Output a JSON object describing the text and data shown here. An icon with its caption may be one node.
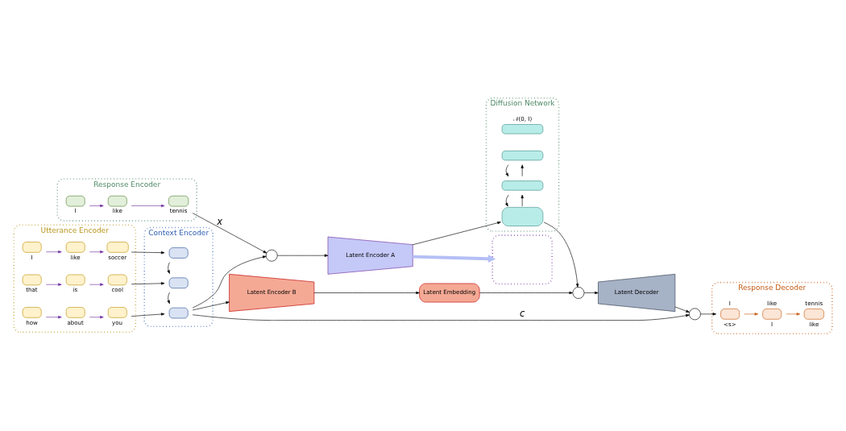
{
  "diagram": {
    "nodes": [
      {
        "text": [
          "Response Encoder"
        ]
      },
      {
        "text": [],
        "shape": "box",
        "in": 0,
        "beside": [
          "I"
        ]
      },
      {
        "text": [],
        "shape": "box",
        "in": 0,
        "beside": [
          "like"
        ]
      },
      {
        "text": [],
        "shape": "box",
        "in": 0,
        "beside": [
          "tennis"
        ]
      },
      {
        "text": [
          "Utterance Encoder"
        ]
      },
      {
        "text": [],
        "shape": "box",
        "in": 4,
        "beside": [
          "I"
        ]
      },
      {
        "text": [],
        "shape": "box",
        "in": 4,
        "beside": [
          "like"
        ]
      },
      {
        "text": [],
        "shape": "box",
        "in": 4,
        "beside": [
          "soccer"
        ]
      },
      {
        "text": [],
        "shape": "box",
        "in": 4,
        "beside": [
          "that"
        ]
      },
      {
        "text": [],
        "shape": "box",
        "in": 4,
        "beside": [
          "is"
        ]
      },
      {
        "text": [],
        "shape": "box",
        "in": 4,
        "beside": [
          "cool"
        ]
      },
      {
        "text": [],
        "shape": "box",
        "in": 4,
        "beside": [
          "how"
        ]
      },
      {
        "text": [],
        "shape": "box",
        "in": 4,
        "beside": [
          "about"
        ]
      },
      {
        "text": [],
        "shape": "box",
        "in": 4,
        "beside": [
          "you"
        ]
      },
      {
        "text": [
          "Context Encoder"
        ]
      },
      {
        "text": [],
        "shape": "box",
        "in": 14
      },
      {
        "text": [],
        "shape": "box",
        "in": 14
      },
      {
        "text": [],
        "shape": "box",
        "in": 14
      },
      {
        "text": [],
        "shape": "circle"
      },
      {
        "text": [
          "Latent Encoder A"
        ]
      },
      {
        "text": [],
        "shape": "box"
      },
      {
        "text": [
          "Diffusion Network"
        ]
      },
      {
        "text": [],
        "shape": "box",
        "in": 21,
        "beside": [
          "𝒩(0, I)"
        ]
      },
      {
        "text": [],
        "shape": "box",
        "in": 21
      },
      {
        "text": [],
        "shape": "box",
        "in": 21
      },
      {
        "text": [],
        "shape": "box",
        "in": 21
      },
      {
        "text": [],
        "shape": "circle"
      },
      {
        "text": [
          "Latent Decoder"
        ]
      },
      {
        "text": [],
        "shape": "circle"
      },
      {
        "text": [
          "Response Decoder"
        ]
      },
      {
        "text": [],
        "shape": "box",
        "in": 29,
        "beside": [
          "I",
          "<s>"
        ]
      },
      {
        "text": [],
        "shape": "box",
        "in": 29,
        "beside": [
          "like",
          "I"
        ]
      },
      {
        "text": [],
        "shape": "box",
        "in": 29,
        "beside": [
          "tennis",
          "like"
        ]
      },
      {
        "text": [
          "Latent Encoder B"
        ]
      },
      {
        "text": [
          "Latent Embedding"
        ]
      }
    ],
    "edges": [
      {
        "from": 1,
        "to": 2,
        "arrow": "to",
        "color": "#7030a0"
      },
      {
        "from": 2,
        "to": 3,
        "arrow": "to",
        "color": "#7030a0"
      },
      {
        "from": 5,
        "to": 6,
        "arrow": "to",
        "color": "#7030a0"
      },
      {
        "from": 6,
        "to": 7,
        "arrow": "to",
        "color": "#7030a0"
      },
      {
        "from": 8,
        "to": 9,
        "arrow": "to",
        "color": "#7030a0"
      },
      {
        "from": 9,
        "to": 10,
        "arrow": "to",
        "color": "#7030a0"
      },
      {
        "from": 11,
        "to": 12,
        "arrow": "to",
        "color": "#7030a0"
      },
      {
        "from": 12,
        "to": 13,
        "arrow": "to",
        "color": "#7030a0"
      },
      {
        "from": 7,
        "to": 15,
        "arrow": "to"
      },
      {
        "from": 10,
        "to": 16,
        "arrow": "to"
      },
      {
        "from": 13,
        "to": 17,
        "arrow": "to"
      },
      {
        "from": 15,
        "to": 16,
        "arrow": "to"
      },
      {
        "from": 16,
        "to": 17,
        "arrow": "to"
      },
      {
        "from": 3,
        "to": 18,
        "arrow": "to",
        "label": "x"
      },
      {
        "from": 17,
        "to": 18,
        "arrow": "to"
      },
      {
        "from": 17,
        "to": 33,
        "arrow": "to"
      },
      {
        "from": 17,
        "to": 28,
        "arrow": "to",
        "label": "c"
      },
      {
        "from": 18,
        "to": 19,
        "arrow": "to"
      },
      {
        "from": 19,
        "to": 20,
        "arrow": "to",
        "style": "thick",
        "color": "#b4bff5"
      },
      {
        "from": 19,
        "to": 25,
        "arrow": "to"
      },
      {
        "from": 25,
        "to": 24,
        "arrow": "to"
      },
      {
        "from": 24,
        "to": 25,
        "arrow": "to"
      },
      {
        "from": 24,
        "to": 23,
        "arrow": "to"
      },
      {
        "from": 23,
        "to": 24,
        "arrow": "to"
      },
      {
        "from": 25,
        "to": 26,
        "arrow": "to"
      },
      {
        "from": 33,
        "to": 34,
        "arrow": "to"
      },
      {
        "from": 34,
        "to": 26,
        "arrow": "to"
      },
      {
        "from": 26,
        "to": 27,
        "arrow": "to"
      },
      {
        "from": 27,
        "to": 28,
        "arrow": "to"
      },
      {
        "from": 28,
        "to": 30,
        "arrow": "to"
      },
      {
        "from": 30,
        "to": 31,
        "arrow": "to",
        "color": "#c55a11"
      },
      {
        "from": 31,
        "to": 32,
        "arrow": "to",
        "color": "#c55a11"
      }
    ]
  }
}
